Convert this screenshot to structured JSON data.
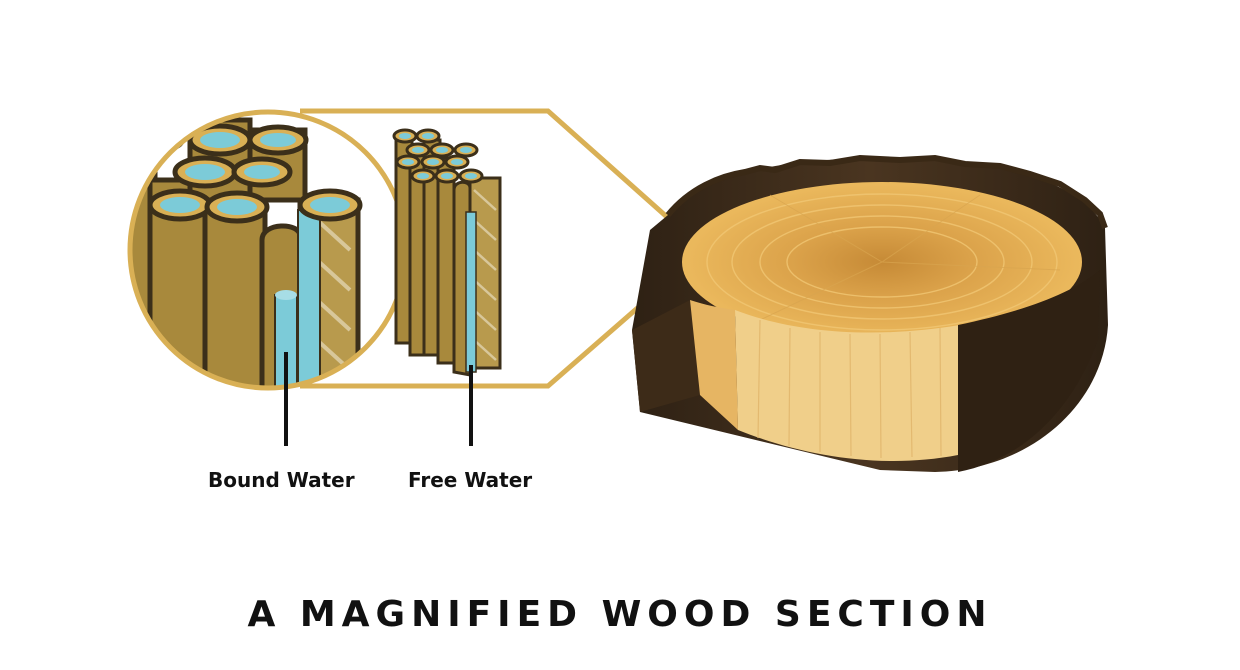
{
  "labels": {
    "bound_water": "Bound Water",
    "free_water": "Free Water"
  },
  "title": "A MAGNIFIED WOOD SECTION",
  "colors": {
    "outline": "#d9b055",
    "fiber": "#a8893c",
    "fiber_dark": "#3b2f1a",
    "water": "#7ccbd8",
    "sapwood": "#e9b85e",
    "heartwood": "#c98f3a",
    "bark": "#4a3520",
    "pointer": "#111111"
  },
  "icons": {
    "log": "wood-log-cross-section-icon",
    "magnifier": "magnifier-circle-icon"
  }
}
